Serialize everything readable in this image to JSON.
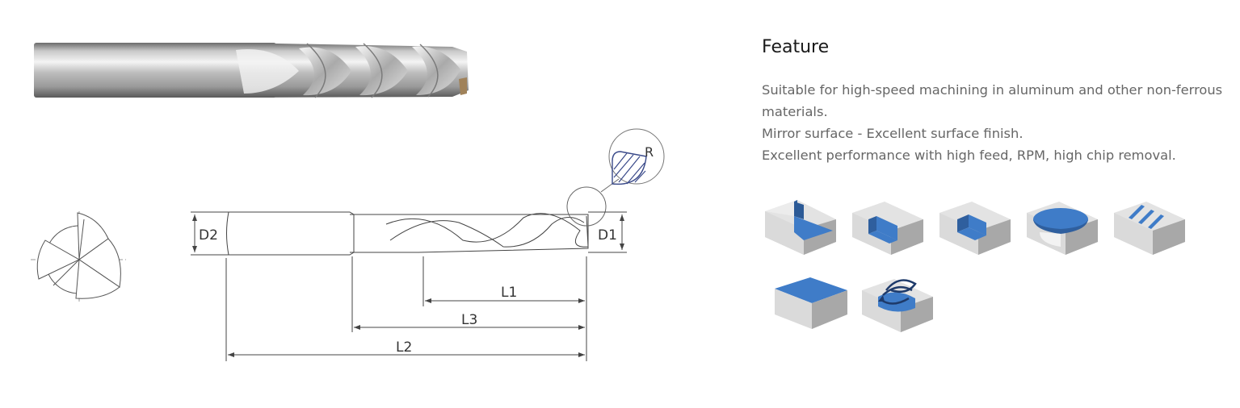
{
  "feature": {
    "title": "Feature",
    "lines": [
      "Suitable for high-speed machining in aluminum and other non-ferrous",
      "materials.",
      "Mirror surface - Excellent surface finish.",
      "Excellent performance with high feed, RPM, high chip removal."
    ]
  },
  "drawing": {
    "d1": "D1",
    "d2": "D2",
    "l1": "L1",
    "l2": "L2",
    "l3": "L3",
    "r": "R"
  },
  "icons": [
    "shoulder-milling-icon",
    "slotting-icon",
    "pocket-milling-icon",
    "circular-milling-icon",
    "grooving-icon",
    "face-milling-icon",
    "helical-milling-icon"
  ],
  "colors": {
    "accent_blue": "#3f7cc8",
    "block_gray": "#d9d9d9",
    "text": "#666666",
    "title": "#1a1a1a"
  }
}
